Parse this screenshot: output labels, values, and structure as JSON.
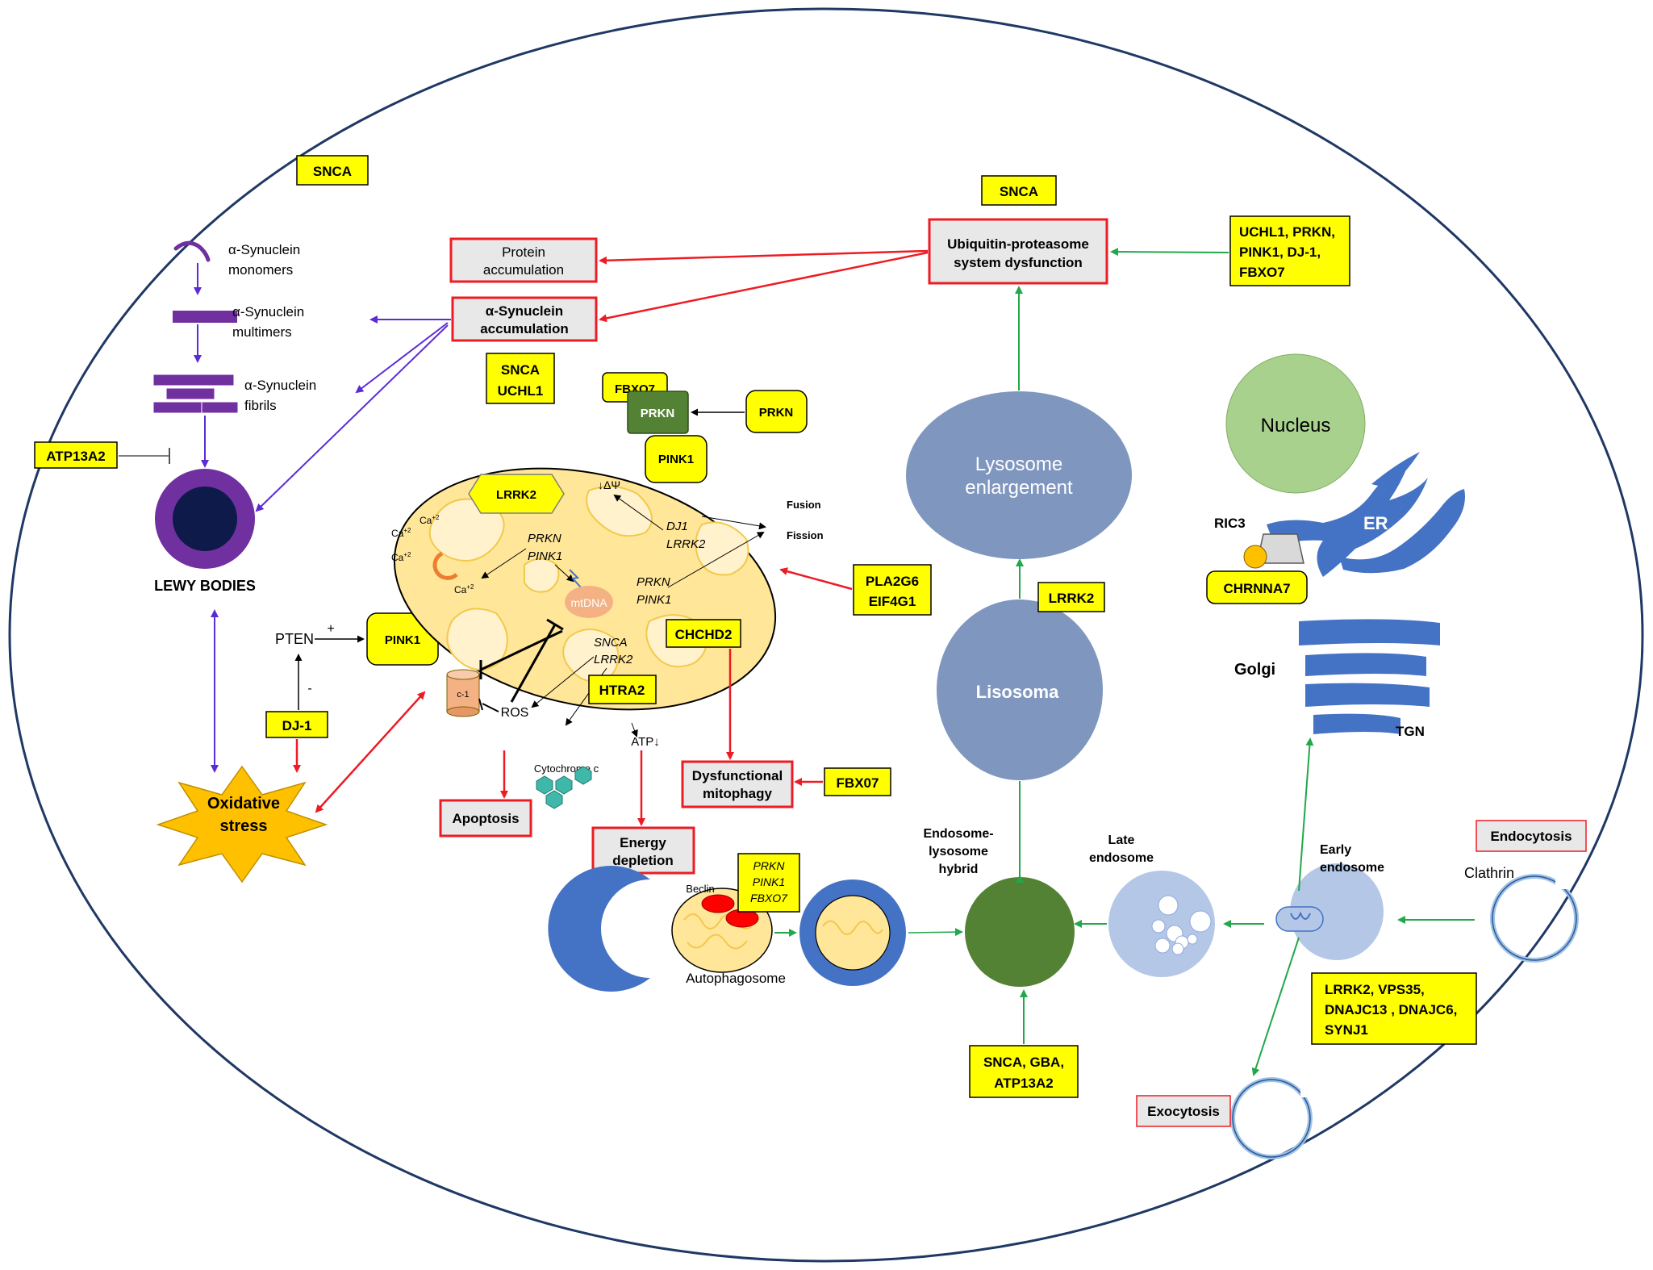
{
  "gene_boxes": {
    "snca_top": "SNCA",
    "snca_ups": "SNCA",
    "ups_genes": [
      "UCHL1, PRKN,",
      "PINK1, DJ-1,",
      "FBXO7"
    ],
    "snca_uchl1": [
      "SNCA",
      "UCHL1"
    ],
    "fbxo7": "FBXO7",
    "prkn_green": "PRKN",
    "prkn": "PRKN",
    "pink1_top": "PINK1",
    "lrrk2_hex": "LRRK2",
    "atp13a2": "ATP13A2",
    "pink1_left": "PINK1",
    "dj1": "DJ-1",
    "pla2g6": [
      "PLA2G6",
      "EIF4G1"
    ],
    "chchd2": "CHCHD2",
    "htra2": "HTRA2",
    "fbx07": "FBX07",
    "lrrk2_mid": "LRRK2",
    "chrnna7": "CHRNNA7",
    "autophagy_genes": [
      "PRKN",
      "PINK1",
      "FBXO7"
    ],
    "endocytosis_genes": [
      "LRRK2, VPS35,",
      "DNAJC13 , DNAJC6,",
      "SYNJ1"
    ],
    "snca_gba": [
      "SNCA, GBA,",
      "ATP13A2"
    ]
  },
  "outcome_boxes": {
    "protein_accumulation": [
      "Protein",
      "accumulation"
    ],
    "asyn_accumulation": [
      "α-Synuclein",
      "accumulation"
    ],
    "ups_dysfunction": [
      "Ubiquitin-proteasome",
      "system dysfunction"
    ],
    "apoptosis": "Apoptosis",
    "energy_depletion": [
      "Energy",
      "depletion"
    ],
    "dysfunctional_mitophagy": [
      "Dysfunctional",
      "mitophagy"
    ],
    "endocytosis": "Endocytosis",
    "exocytosis": "Exocytosis"
  },
  "labels": {
    "monomers": [
      "α-Synuclein",
      "monomers"
    ],
    "multimers": [
      "α-Synuclein",
      "multimers"
    ],
    "fibrils": [
      "α-Synuclein",
      "fibrils"
    ],
    "lewy_bodies": "LEWY BODIES",
    "oxidative_stress": [
      "Oxidative",
      "stress"
    ],
    "pten": "PTEN",
    "plus": "+",
    "minus": "-",
    "ca1": "Ca",
    "ca2": "Ca",
    "ca3": "Ca",
    "ca4": "Ca",
    "ca_sup": "+2",
    "delta_psi": "↓ΔΨ",
    "fusion": "Fusion",
    "fission": "Fission",
    "dj1_lrrk2": [
      "DJ1",
      "LRRK2"
    ],
    "prkn_pink1_a": [
      "PRKN",
      "PINK1"
    ],
    "prkn_pink1_b": [
      "PRKN",
      "PINK1"
    ],
    "snca_lrrk2": [
      "SNCA",
      "LRRK2"
    ],
    "mtdna": "mtDNA",
    "c1": "c-1",
    "ros": "ROS",
    "cytochrome_c": "Cytochrome c",
    "atp": "ATP↓",
    "beclin": "Beclin",
    "autophagosome": "Autophagosome",
    "endosome_lysosome": [
      "Endosome-",
      "lysosome",
      "hybrid"
    ],
    "late_endosome": [
      "Late",
      "endosome"
    ],
    "early_endosome": [
      "Early",
      "endosome"
    ],
    "clathrin": "Clathrin",
    "lysosome_enlargement": [
      "Lysosome",
      "enlargement"
    ],
    "lisosoma": "Lisosoma",
    "nucleus": "Nucleus",
    "er": "ER",
    "ric3": "RIC3",
    "golgi": "Golgi",
    "tgn": "TGN"
  },
  "colors": {
    "gene_box_fill": "#ffff00",
    "outcome_box_fill": "#e8e8e8",
    "outcome_box_border": "#ed1c24",
    "inhibit_red": "#ed1c24",
    "transport_green": "#22a84a",
    "synuclein_purple": "#7030a0",
    "arrow_purple": "#5b2bd6",
    "lysosome_blue": "#7f96bf",
    "nucleus_green": "#a9d18e",
    "organelle_blue": "#4472c4",
    "hybrid_green": "#548235",
    "mito_fill": "#ffe699",
    "star_orange": "#ffc000"
  }
}
